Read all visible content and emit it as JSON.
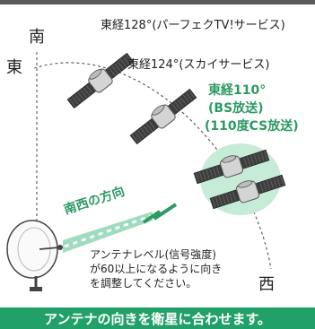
{
  "labels": {
    "south": "南",
    "east": "東",
    "west": "西",
    "sat128": "東経128°(パーフェクTV!サービス)",
    "sat124": "東経124°(スカイサービス)",
    "sat110_line1": "東経110°",
    "sat110_line2": "(BS放送)",
    "sat110_line3": "(110度CS放送)",
    "southwest": "南西の方向"
  },
  "note": {
    "line1": "アンテナレベル(信号強度)",
    "line2": "が60以上になるように向き",
    "line3": "を調整してください。"
  },
  "banner": "アンテナの向きを衛星に合わせます。",
  "colors": {
    "accent_green": "#2c9a63",
    "banner_bg": "#22a06a",
    "beam": "#7fd0a8",
    "highlight": "#c6ebd6",
    "satellite_body": "#cfcfcf",
    "solar_panel": "#3e3e3e"
  }
}
